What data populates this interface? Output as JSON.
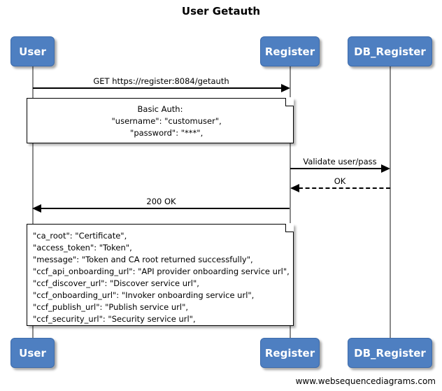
{
  "diagram": {
    "title": "User Getauth",
    "footer": "www.websequencediagrams.com",
    "accent_color": "#4e7fc1",
    "line_color": "#000000",
    "lifeline_color": "#8a8a8a"
  },
  "participants": [
    {
      "id": "user",
      "label": "User"
    },
    {
      "id": "register",
      "label": "Register"
    },
    {
      "id": "db_register",
      "label": "DB_Register"
    }
  ],
  "messages": [
    {
      "id": "m1",
      "label": "GET https://register:8084/getauth",
      "from": "user",
      "to": "register",
      "style": "solid",
      "direction": "right"
    },
    {
      "id": "m2",
      "label": "Validate user/pass",
      "from": "register",
      "to": "db_register",
      "style": "solid",
      "direction": "right"
    },
    {
      "id": "m3",
      "label": "OK",
      "from": "db_register",
      "to": "register",
      "style": "dashed",
      "direction": "left"
    },
    {
      "id": "m4",
      "label": "200 OK",
      "from": "register",
      "to": "user",
      "style": "solid",
      "direction": "left"
    }
  ],
  "notes": [
    {
      "id": "note_request",
      "align": "centered",
      "text": "Basic Auth:\n     \"username\": \"customuser\",\n     \"password\": \"***\","
    },
    {
      "id": "note_response",
      "align": "left",
      "text": "\"ca_root\": \"Certificate\",\n\"access_token\": \"Token\",\n\"message\": \"Token and CA root returned successfully\",\n\"ccf_api_onboarding_url\": \"API provider onboarding service url\",\n\"ccf_discover_url\": \"Discover service url\",\n\"ccf_onboarding_url\": \"Invoker onboarding service url\",\n\"ccf_publish_url\": \"Publish service url\",\n\"ccf_security_url\": \"Security service url\","
    }
  ]
}
